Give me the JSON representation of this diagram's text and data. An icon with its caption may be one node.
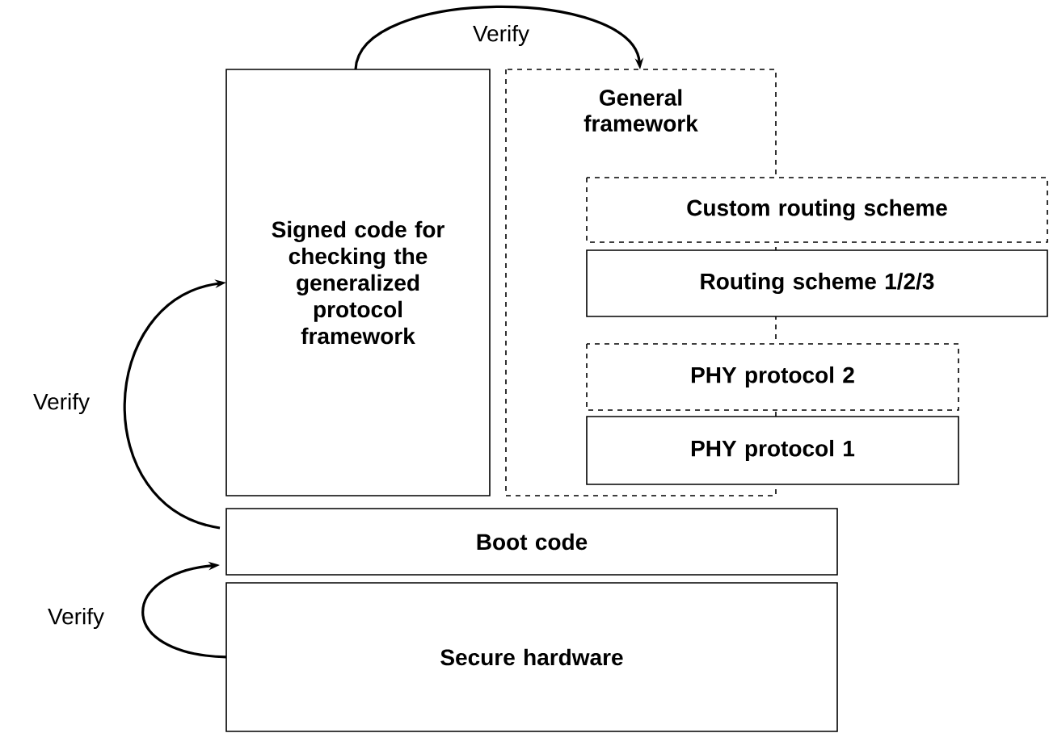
{
  "diagram": {
    "nodes": [
      {
        "text": [
          "Signed code for checking the generalized protocol framework"
        ]
      },
      {
        "text": [
          "General framework"
        ]
      },
      {
        "text": [
          "Custom routing scheme"
        ]
      },
      {
        "text": [
          "Routing scheme 1/2/3"
        ]
      },
      {
        "text": [
          "PHY protocol 2"
        ]
      },
      {
        "text": [
          "PHY protocol 1"
        ]
      },
      {
        "text": [
          "Boot code"
        ]
      },
      {
        "text": [
          "Secure hardware"
        ]
      }
    ],
    "edges": [
      {
        "from": 0,
        "to": 1,
        "arrow": "to",
        "label": "Verify"
      },
      {
        "from": 6,
        "to": 0,
        "arrow": "to",
        "label": "Verify"
      },
      {
        "from": 7,
        "to": 6,
        "arrow": "to",
        "label": "Verify"
      }
    ]
  }
}
